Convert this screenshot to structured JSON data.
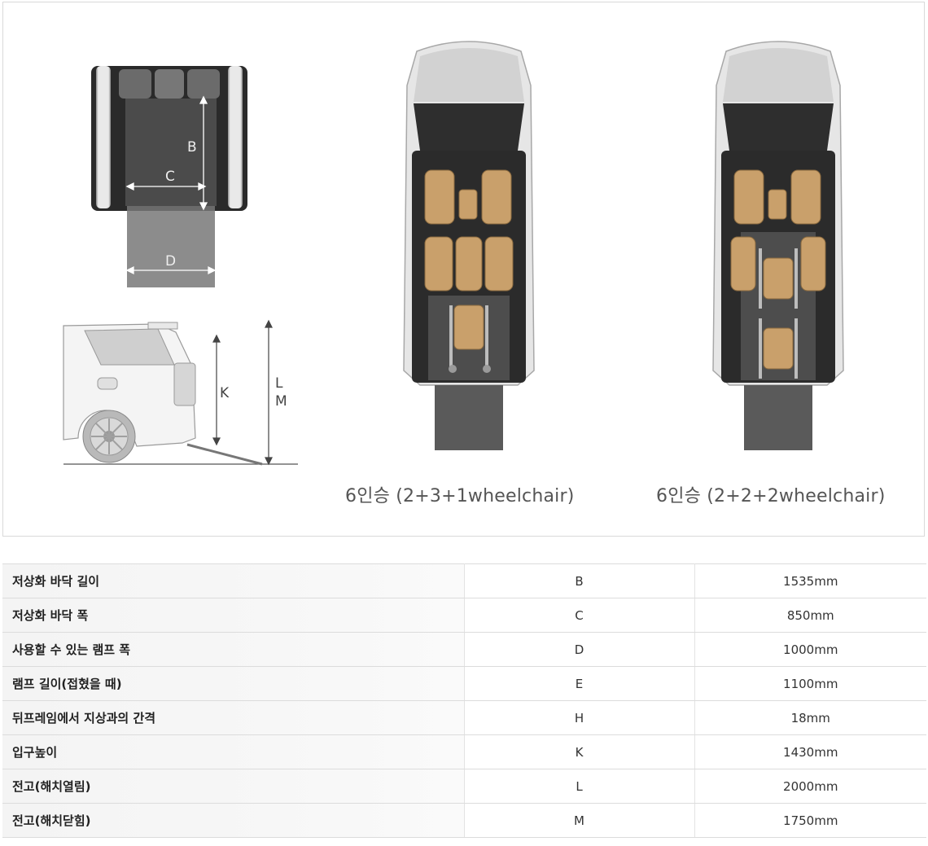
{
  "diagram": {
    "top_view_labels": {
      "b": "B",
      "c": "C",
      "d": "D"
    },
    "side_view_labels": {
      "k": "K",
      "l": "L",
      "m": "M"
    },
    "layouts": [
      {
        "caption": "6인승 (2+3+1wheelchair)"
      },
      {
        "caption": "6인승 (2+2+2wheelchair)"
      }
    ]
  },
  "specs": {
    "rows": [
      {
        "name": "저상화 바닥 길이",
        "code": "B",
        "value": "1535mm"
      },
      {
        "name": "저상화 바닥 폭",
        "code": "C",
        "value": "850mm"
      },
      {
        "name": "사용할 수 있는 램프 폭",
        "code": "D",
        "value": "1000mm"
      },
      {
        "name": "램프 길이(접혔을 때)",
        "code": "E",
        "value": "1100mm"
      },
      {
        "name": "뒤프레임에서 지상과의 간격",
        "code": "H",
        "value": "18mm"
      },
      {
        "name": "입구높이",
        "code": "K",
        "value": "1430mm"
      },
      {
        "name": "전고(해치열림)",
        "code": "L",
        "value": "2000mm"
      },
      {
        "name": "전고(해치닫힘)",
        "code": "M",
        "value": "1750mm"
      }
    ]
  }
}
